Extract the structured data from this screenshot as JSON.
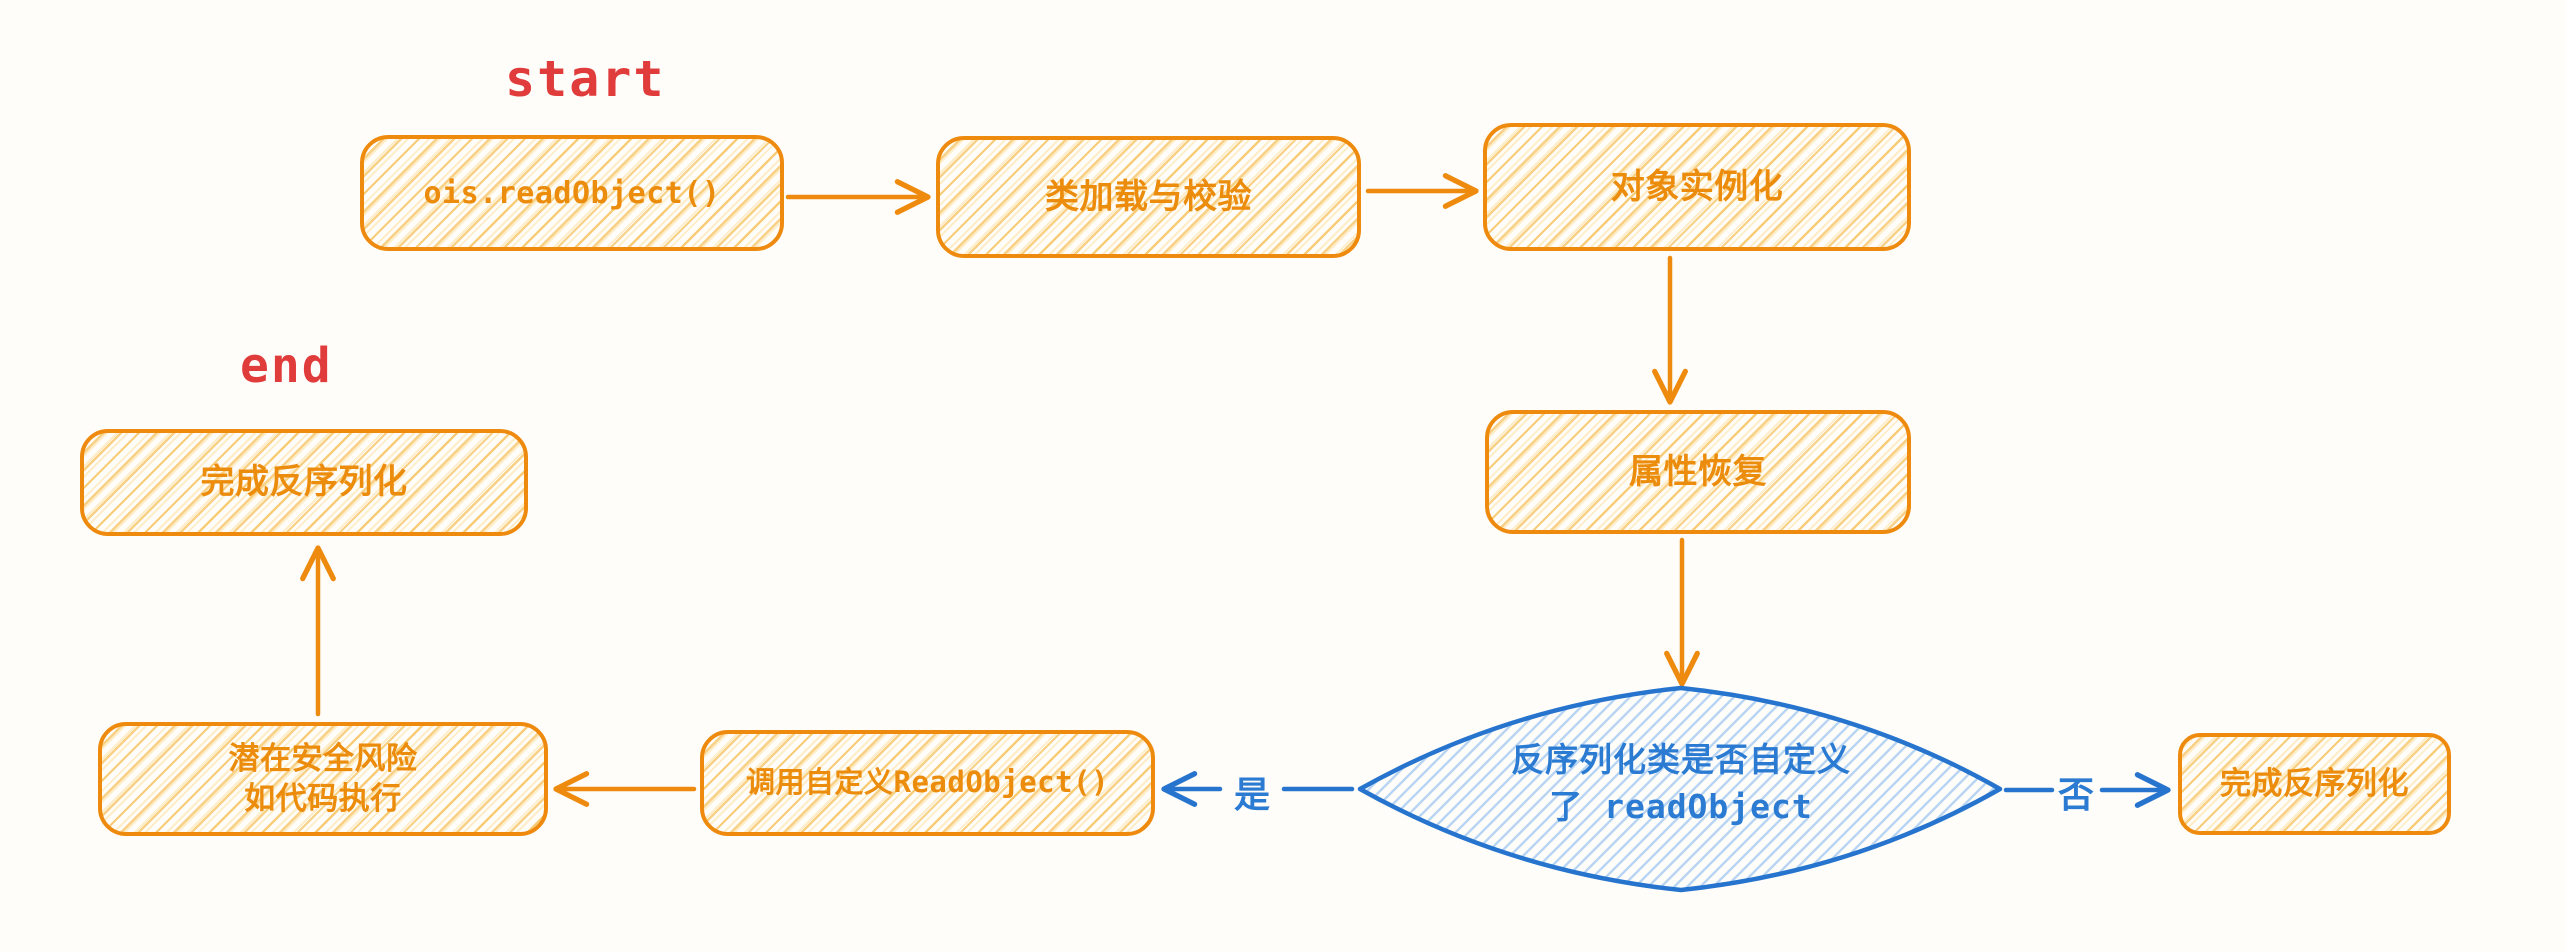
{
  "annotations": {
    "start": "start",
    "end": "end"
  },
  "nodes": {
    "read_object": {
      "label": "ois.readObject()"
    },
    "class_load": {
      "label": "类加载与校验"
    },
    "instantiate": {
      "label": "对象实例化"
    },
    "restore_props": {
      "label": "属性恢复"
    },
    "decision": {
      "label_line1": "反序列化类是否自定义",
      "label_line2": "了 readObject"
    },
    "finish_no": {
      "label": "完成反序列化"
    },
    "call_custom": {
      "label": "调用自定义ReadObject()"
    },
    "risk": {
      "label_line1": "潜在安全风险",
      "label_line2": "如代码执行"
    },
    "finish_end": {
      "label": "完成反序列化"
    }
  },
  "edge_labels": {
    "yes": "是",
    "no": "否"
  },
  "colors": {
    "process_stroke": "#ee8a0e",
    "process_text": "#ec8c0c",
    "process_hatch": "#f6be55",
    "decision_stroke": "#2674cd",
    "decision_text": "#2b7bd3",
    "decision_hatch": "#b7d5f3",
    "annotation_red": "#e03c3c",
    "background": "#fffdf9"
  }
}
